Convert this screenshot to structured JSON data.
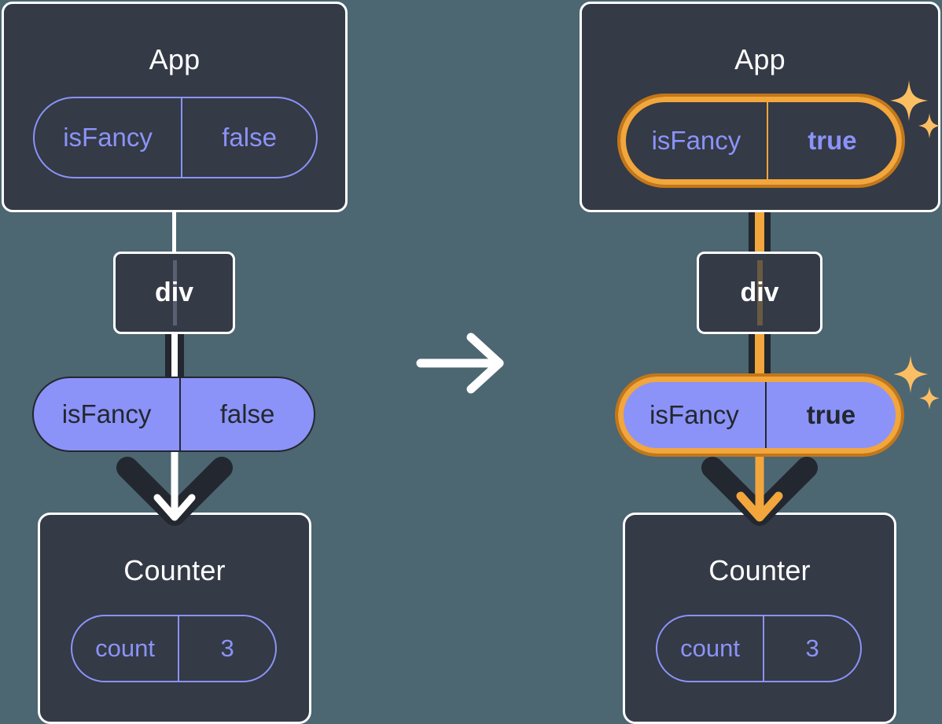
{
  "background_color": "#4c6672",
  "palette": {
    "box_fill": "#343a46",
    "box_border": "#ffffff",
    "pill_purple": "#8b93f8",
    "pill_text_dark": "#23272f",
    "highlight_orange": "#f2a63b",
    "highlight_orange_dark": "#c2771a",
    "sparkle": "#fbbf63",
    "arrow_dark": "#23272f",
    "arrow_white": "#ffffff"
  },
  "transition_arrow": {
    "icon": "arrow-right-icon",
    "color": "#ffffff"
  },
  "panels": [
    {
      "id": "before",
      "app": {
        "title": "App",
        "state_pill": {
          "name": "isFancy",
          "value": "false",
          "highlighted": false,
          "style": "outline",
          "bold_value": false
        }
      },
      "div": {
        "label": "div"
      },
      "props_pill": {
        "name": "isFancy",
        "value": "false",
        "highlighted": false,
        "style": "solid",
        "bold_value": false
      },
      "counter": {
        "title": "Counter",
        "state_pill": {
          "name": "count",
          "value": "3",
          "highlighted": false,
          "style": "outline",
          "bold_value": false
        }
      },
      "edge_color": "#ffffff",
      "arrow_inner_color": "#ffffff",
      "sparkles": false
    },
    {
      "id": "after",
      "app": {
        "title": "App",
        "state_pill": {
          "name": "isFancy",
          "value": "true",
          "highlighted": true,
          "style": "outline",
          "bold_value": true
        }
      },
      "div": {
        "label": "div"
      },
      "props_pill": {
        "name": "isFancy",
        "value": "true",
        "highlighted": true,
        "style": "solid",
        "bold_value": true
      },
      "counter": {
        "title": "Counter",
        "state_pill": {
          "name": "count",
          "value": "3",
          "highlighted": false,
          "style": "outline",
          "bold_value": false
        }
      },
      "edge_color": "#f2a63b",
      "arrow_inner_color": "#f2a63b",
      "sparkles": true
    }
  ]
}
